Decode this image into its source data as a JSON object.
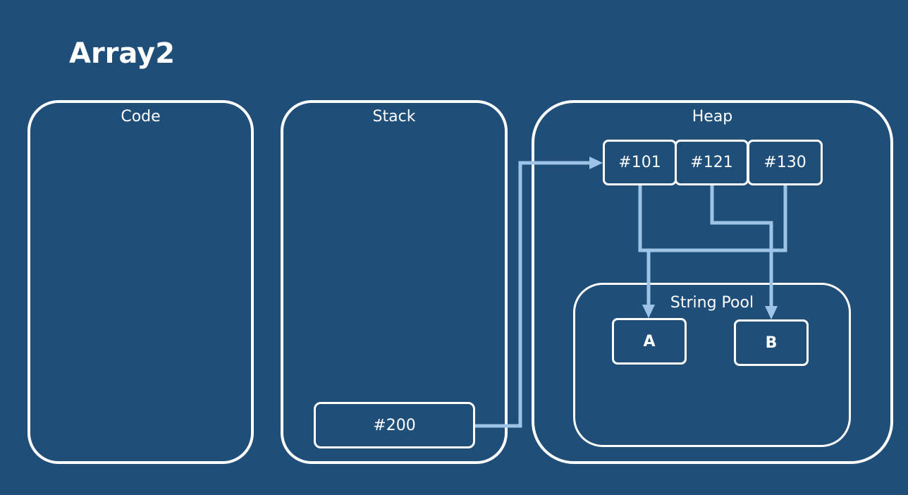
{
  "title": "Array2",
  "areas": {
    "code": {
      "label": "Code"
    },
    "stack": {
      "label": "Stack",
      "cell": "#200"
    },
    "heap": {
      "label": "Heap",
      "cells": [
        "#101",
        "#121",
        "#130"
      ],
      "string_pool": {
        "label": "String Pool",
        "strings": [
          "A",
          "B"
        ]
      }
    }
  },
  "colors": {
    "background": "#1f4e79",
    "outline": "#ffffff",
    "arrow": "#9dc3e6"
  }
}
